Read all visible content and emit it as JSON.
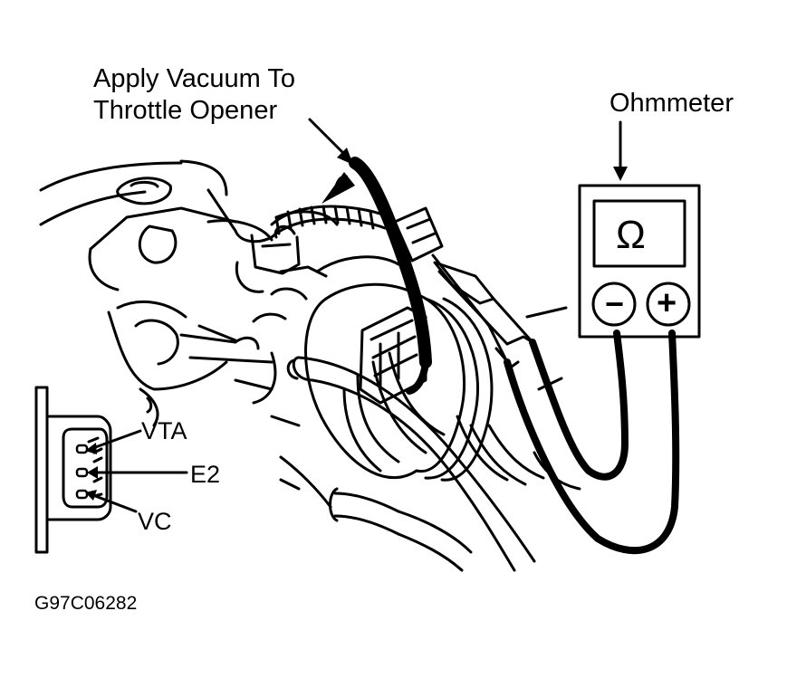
{
  "labels": {
    "vacuum_line1": "Apply Vacuum To",
    "vacuum_line2": "Throttle Opener",
    "meter": "Ohmmeter",
    "pin_vta": "VTA",
    "pin_e2": "E2",
    "pin_vc": "VC",
    "figure_code": "G97C06282"
  },
  "meter": {
    "display_symbol": "Ω",
    "neg_terminal": "−",
    "pos_terminal": "+"
  },
  "colors": {
    "ink": "#000000",
    "paper": "#ffffff"
  }
}
